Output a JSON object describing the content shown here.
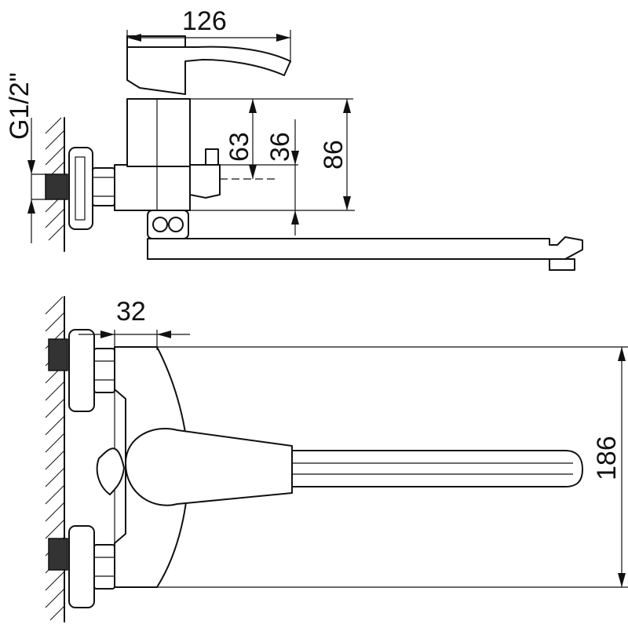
{
  "dimensions": {
    "width_top": "126",
    "thread": "G1/2\"",
    "h63": "63",
    "h36": "36",
    "h86": "86",
    "offset": "32",
    "height_front": "186"
  }
}
